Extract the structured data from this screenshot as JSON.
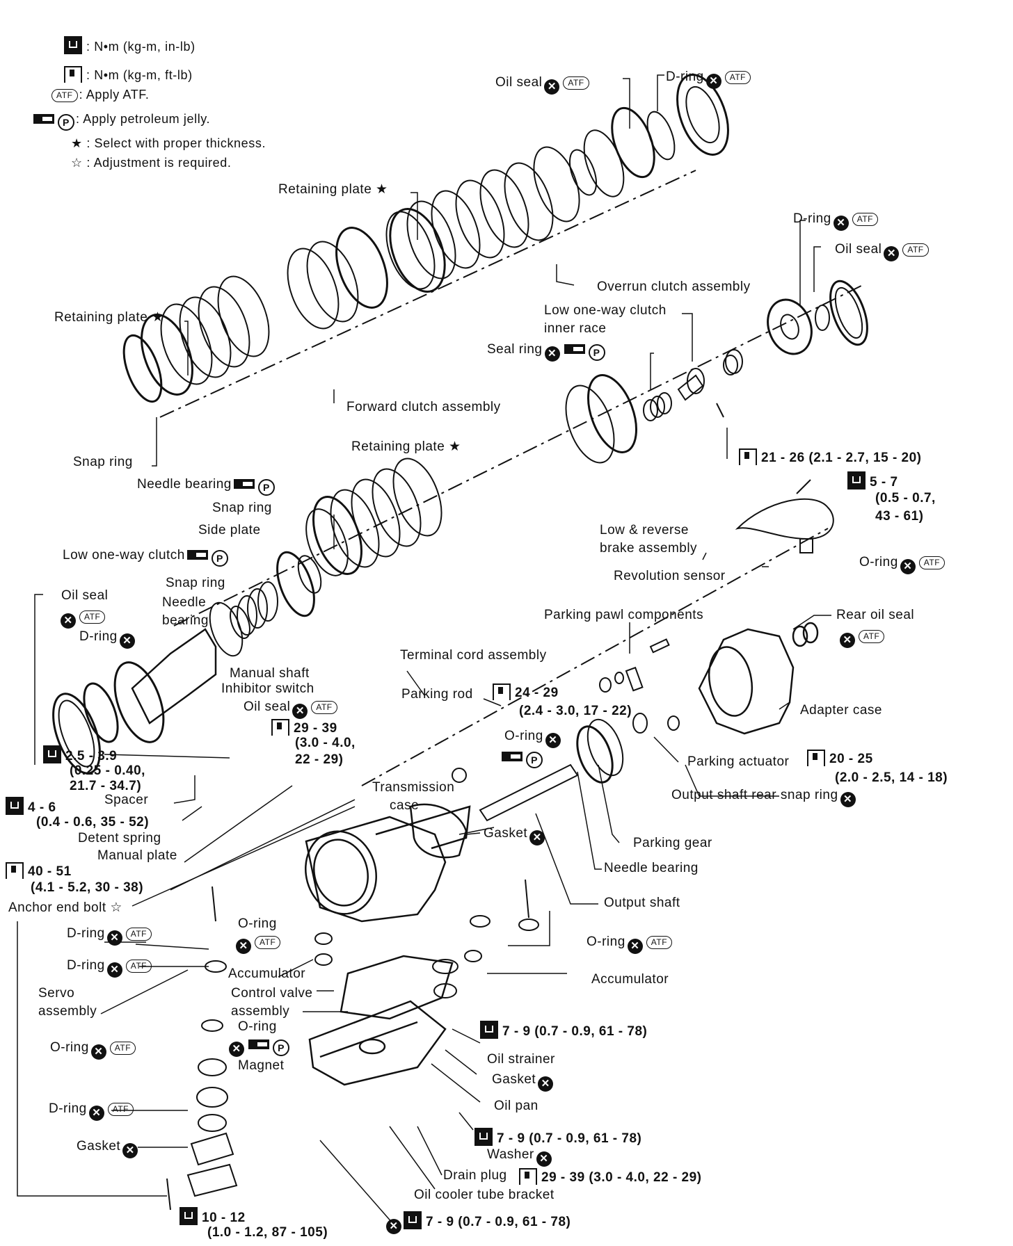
{
  "legend": {
    "row1": ": N•m (kg-m, in-lb)",
    "row2": ": N•m (kg-m, ft-lb)",
    "row3": ": Apply ATF.",
    "row4": ": Apply petroleum jelly.",
    "row5_symbol": "★",
    "row5": ": Select with proper thickness.",
    "row6_symbol": "☆",
    "row6": ": Adjustment is required."
  },
  "icons": {
    "x": "✕",
    "atf": "ATF",
    "p": "P",
    "star": "★",
    "hollow_star": "☆"
  },
  "labels": {
    "oil_seal_top": "Oil seal",
    "d_ring_top": "D-ring",
    "retaining_plate_1": "Retaining plate",
    "d_ring_right": "D-ring",
    "oil_seal_right": "Oil seal",
    "overrun_clutch": "Overrun clutch assembly",
    "retaining_plate_2": "Retaining plate",
    "low_one_way_inner_1": "Low one-way clutch",
    "low_one_way_inner_2": "inner race",
    "seal_ring": "Seal ring",
    "forward_clutch": "Forward clutch assembly",
    "snap_ring_1": "Snap ring",
    "retaining_plate_3": "Retaining plate",
    "torque_21_26": "21 - 26 (2.1 - 2.7, 15 - 20)",
    "torque_5_7_a": "5 - 7",
    "torque_5_7_b": "(0.5 - 0.7,",
    "torque_5_7_c": "43 - 61)",
    "needle_bearing_1": "Needle bearing",
    "snap_ring_2": "Snap ring",
    "side_plate": "Side plate",
    "low_reverse_1": "Low & reverse",
    "low_reverse_2": "brake assembly",
    "low_one_way": "Low one-way clutch",
    "o_ring_sensor": "O-ring",
    "revolution_sensor": "Revolution sensor",
    "snap_ring_3": "Snap ring",
    "needle_bearing_2a": "Needle",
    "needle_bearing_2b": "bearing",
    "oil_seal_left": "Oil seal",
    "d_ring_left": "D-ring",
    "parking_pawl": "Parking pawl components",
    "rear_oil_seal": "Rear oil seal",
    "terminal_cord": "Terminal cord assembly",
    "manual_shaft": "Manual shaft",
    "inhibitor_switch": "Inhibitor switch",
    "oil_seal_manual": "Oil seal",
    "parking_rod": "Parking rod",
    "torque_24_29_a": "24 - 29",
    "torque_24_29_b": "(2.4 - 3.0, 17 - 22)",
    "adapter_case": "Adapter case",
    "torque_29_39_a": "29 - 39",
    "torque_29_39_b": "(3.0 - 4.0,",
    "torque_29_39_c": "22 - 29)",
    "torque_2_5_a": "2.5 - 3.9",
    "torque_2_5_b": "(0.25 - 0.40,",
    "torque_2_5_c": "21.7 - 34.7)",
    "o_ring_shaft": "O-ring",
    "parking_actuator": "Parking actuator",
    "torque_20_25_a": "20 - 25",
    "torque_20_25_b": "(2.0 - 2.5, 14 - 18)",
    "spacer": "Spacer",
    "torque_4_6_a": "4 - 6",
    "torque_4_6_b": "(0.4 - 0.6, 35 - 52)",
    "transmission_case_1": "Transmission",
    "transmission_case_2": "case",
    "output_snap_ring": "Output shaft rear snap ring",
    "gasket_case": "Gasket",
    "detent_spring": "Detent spring",
    "parking_gear": "Parking gear",
    "manual_plate": "Manual plate",
    "torque_40_51_a": "40 - 51",
    "torque_40_51_b": "(4.1 - 5.2, 30 - 38)",
    "needle_bearing_3": "Needle bearing",
    "anchor_end_bolt": "Anchor end bolt",
    "output_shaft": "Output shaft",
    "d_ring_servo_1": "D-ring",
    "o_ring_acc": "O-ring",
    "o_ring_right": "O-ring",
    "d_ring_servo_2": "D-ring",
    "accumulator_left": "Accumulator",
    "accumulator_right": "Accumulator",
    "servo_1": "Servo",
    "servo_2": "assembly",
    "control_valve_1": "Control valve",
    "control_valve_2": "assembly",
    "torque_7_9_a": "7 - 9 (0.7 - 0.9, 61 - 78)",
    "o_ring_magnet": "O-ring",
    "o_ring_servo": "O-ring",
    "magnet": "Magnet",
    "oil_strainer": "Oil strainer",
    "gasket_pan": "Gasket",
    "oil_pan": "Oil pan",
    "d_ring_servo_3": "D-ring",
    "torque_7_9_b": "7 - 9 (0.7 - 0.9, 61 - 78)",
    "gasket_servo": "Gasket",
    "washer": "Washer",
    "drain_plug": "Drain plug",
    "torque_drain": "29 - 39 (3.0 - 4.0, 22 - 29)",
    "oil_cooler_bracket": "Oil cooler tube bracket",
    "torque_10_12_a": "10 - 12",
    "torque_10_12_b": "(1.0 - 1.2, 87 - 105)",
    "torque_7_9_c": "7 - 9 (0.7 - 0.9, 61 - 78)"
  }
}
